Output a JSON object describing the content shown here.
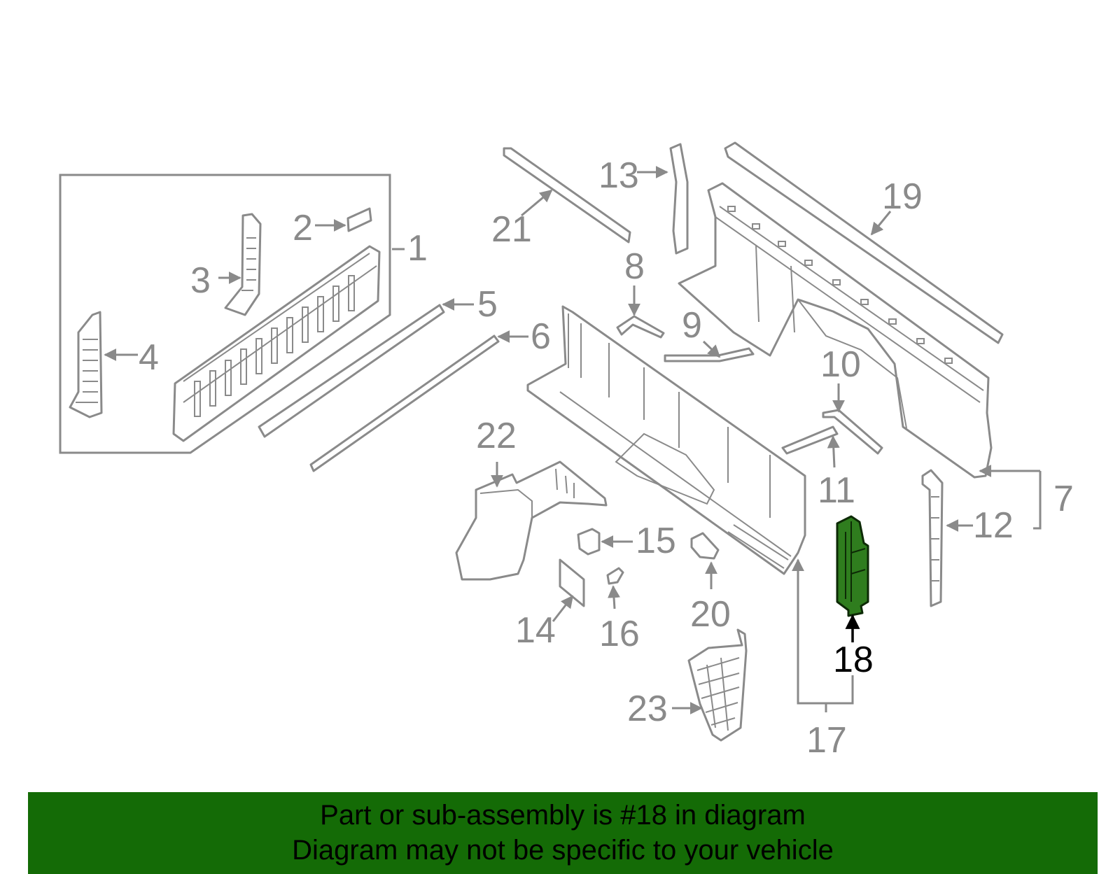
{
  "diagram": {
    "highlight_color": "#2f7d1e",
    "part_color": "#8a8a8a",
    "callouts": [
      "1",
      "2",
      "3",
      "4",
      "5",
      "6",
      "7",
      "8",
      "9",
      "10",
      "11",
      "12",
      "13",
      "14",
      "15",
      "16",
      "17",
      "18",
      "19",
      "20",
      "21",
      "22",
      "23"
    ],
    "highlighted_callout": "18"
  },
  "banner": {
    "background": "#146b06",
    "line1": "Part or sub-assembly is #18 in diagram",
    "line2": "Diagram may not be specific to your vehicle"
  }
}
